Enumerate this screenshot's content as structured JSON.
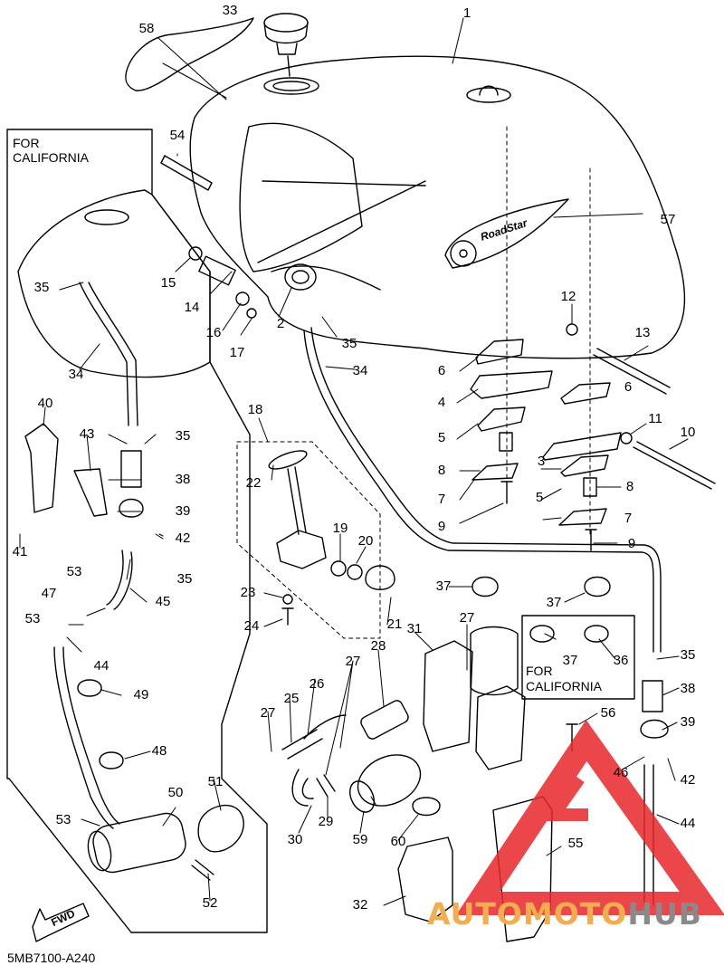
{
  "callouts": [
    {
      "id": "1",
      "text": "1"
    },
    {
      "id": "2",
      "text": "2"
    },
    {
      "id": "3",
      "text": "3"
    },
    {
      "id": "4",
      "text": "4"
    },
    {
      "id": "5a",
      "text": "5"
    },
    {
      "id": "5b",
      "text": "5"
    },
    {
      "id": "6a",
      "text": "6"
    },
    {
      "id": "6b",
      "text": "6"
    },
    {
      "id": "7a",
      "text": "7"
    },
    {
      "id": "7b",
      "text": "7"
    },
    {
      "id": "8a",
      "text": "8"
    },
    {
      "id": "8b",
      "text": "8"
    },
    {
      "id": "9a",
      "text": "9"
    },
    {
      "id": "9b",
      "text": "9"
    },
    {
      "id": "10",
      "text": "10"
    },
    {
      "id": "11",
      "text": "11"
    },
    {
      "id": "12",
      "text": "12"
    },
    {
      "id": "13",
      "text": "13"
    },
    {
      "id": "14",
      "text": "14"
    },
    {
      "id": "15",
      "text": "15"
    },
    {
      "id": "16",
      "text": "16"
    },
    {
      "id": "17",
      "text": "17"
    },
    {
      "id": "18",
      "text": "18"
    },
    {
      "id": "19",
      "text": "19"
    },
    {
      "id": "20",
      "text": "20"
    },
    {
      "id": "21",
      "text": "21"
    },
    {
      "id": "22",
      "text": "22"
    },
    {
      "id": "23",
      "text": "23"
    },
    {
      "id": "24",
      "text": "24"
    },
    {
      "id": "25",
      "text": "25"
    },
    {
      "id": "26",
      "text": "26"
    },
    {
      "id": "27a",
      "text": "27"
    },
    {
      "id": "27b",
      "text": "27"
    },
    {
      "id": "27c",
      "text": "27"
    },
    {
      "id": "28",
      "text": "28"
    },
    {
      "id": "29",
      "text": "29"
    },
    {
      "id": "30",
      "text": "30"
    },
    {
      "id": "31",
      "text": "31"
    },
    {
      "id": "32",
      "text": "32"
    },
    {
      "id": "33",
      "text": "33"
    },
    {
      "id": "34a",
      "text": "34"
    },
    {
      "id": "34b",
      "text": "34"
    },
    {
      "id": "35a",
      "text": "35"
    },
    {
      "id": "35b",
      "text": "35"
    },
    {
      "id": "35c",
      "text": "35"
    },
    {
      "id": "35d",
      "text": "35"
    },
    {
      "id": "35e",
      "text": "35"
    },
    {
      "id": "36",
      "text": "36"
    },
    {
      "id": "37a",
      "text": "37"
    },
    {
      "id": "37b",
      "text": "37"
    },
    {
      "id": "37c",
      "text": "37"
    },
    {
      "id": "38a",
      "text": "38"
    },
    {
      "id": "38b",
      "text": "38"
    },
    {
      "id": "39a",
      "text": "39"
    },
    {
      "id": "39b",
      "text": "39"
    },
    {
      "id": "40",
      "text": "40"
    },
    {
      "id": "41",
      "text": "41"
    },
    {
      "id": "42a",
      "text": "42"
    },
    {
      "id": "42b",
      "text": "42"
    },
    {
      "id": "43",
      "text": "43"
    },
    {
      "id": "44a",
      "text": "44"
    },
    {
      "id": "44b",
      "text": "44"
    },
    {
      "id": "45",
      "text": "45"
    },
    {
      "id": "46",
      "text": "46"
    },
    {
      "id": "47",
      "text": "47"
    },
    {
      "id": "48",
      "text": "48"
    },
    {
      "id": "49",
      "text": "49"
    },
    {
      "id": "50",
      "text": "50"
    },
    {
      "id": "51",
      "text": "51"
    },
    {
      "id": "52",
      "text": "52"
    },
    {
      "id": "53a",
      "text": "53"
    },
    {
      "id": "53b",
      "text": "53"
    },
    {
      "id": "53c",
      "text": "53"
    },
    {
      "id": "54",
      "text": "54"
    },
    {
      "id": "55",
      "text": "55"
    },
    {
      "id": "56",
      "text": "56"
    },
    {
      "id": "57",
      "text": "57"
    },
    {
      "id": "58",
      "text": "58"
    },
    {
      "id": "59",
      "text": "59"
    },
    {
      "id": "60",
      "text": "60"
    }
  ],
  "notes": {
    "california_left_line1": "FOR",
    "california_left_line2": "CALIFORNIA",
    "california_right_line1": "FOR",
    "california_right_line2": "CALIFORNIA",
    "fwd": "FWD",
    "diagram_code": "5MB7100-A240",
    "tank_emblem": "RoadStar"
  },
  "watermark": {
    "part1": "AUTOMOTO",
    "part2": "HUB",
    "color_red": "#e8282b",
    "color_orange": "#f2ad4e",
    "color_gray": "#8a8a8a"
  }
}
